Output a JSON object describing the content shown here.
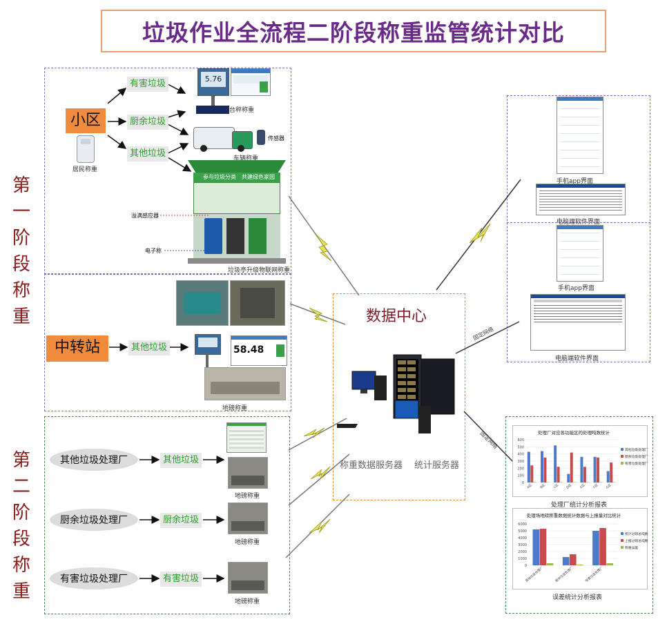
{
  "title": "垃圾作业全流程二阶段称重监管统计对比",
  "stage1": {
    "label": [
      "第",
      "一",
      "阶",
      "段",
      "称",
      "重"
    ]
  },
  "stage2": {
    "label": [
      "第",
      "二",
      "阶",
      "段",
      "称",
      "重"
    ]
  },
  "community": {
    "name": "小区",
    "resident_caption": "居民称重",
    "streams": [
      "有害垃圾",
      "厨余垃圾",
      "其他垃圾"
    ],
    "platform_caption": "台秤称重",
    "platform_reading": "5.76",
    "truck_caption": "车辆称重",
    "sensor_caption": "传感器",
    "booth_caption": "垃圾亭升级物联网称重",
    "overflow_label": "溢满感应器",
    "scale_label": "电子称",
    "booth_sign_left": "参与垃圾分类",
    "booth_sign_right": "共建绿色家园"
  },
  "transfer": {
    "name": "中转站",
    "stream": "其他垃圾",
    "reading": "58.48",
    "caption": "地磅称重"
  },
  "plants": [
    {
      "name": "其他垃圾处理厂",
      "stream": "其他垃圾",
      "caption": "地磅称重"
    },
    {
      "name": "厨余垃圾处理厂",
      "stream": "厨余垃圾",
      "caption": "地磅称重"
    },
    {
      "name": "有害垃圾处理厂",
      "stream": "有害垃圾",
      "caption": "地磅称重"
    }
  ],
  "data_center": {
    "title": "数据中心",
    "weigh_server": "称重数据服务器",
    "stats_server": "统计服务器"
  },
  "network_label": "固定网络",
  "interfaces": {
    "app1": "手机app界面",
    "pc1": "电脑端软件界面",
    "app2": "手机app界面",
    "pc2": "电脑端软件界面"
  },
  "reports": {
    "report1_caption": "处理厂统计分析报表",
    "report2_caption": "误差统计分析报表"
  },
  "colors": {
    "accent_orange": "#f08a3c",
    "green_text": "#2aa02a",
    "title_purple": "#6a2a8a",
    "stage_red": "#8a1a1a",
    "bar_blue": "#4a7ac8",
    "bar_red": "#c84a4a",
    "bar_green": "#9aba50"
  },
  "chart_data": [
    {
      "type": "bar",
      "title": "处理厂对应各功能区的处理吨数统计",
      "categories": [
        "A区",
        "B区",
        "C区",
        "D区",
        "E区",
        "F区",
        "G区"
      ],
      "ylim": [
        0,
        600
      ],
      "yticks": [
        0,
        100,
        200,
        300,
        400,
        500,
        600
      ],
      "series": [
        {
          "name": "其他垃圾处理厂",
          "values": [
            430,
            440,
            520,
            120,
            360,
            360,
            160
          ]
        },
        {
          "name": "厨余垃圾处理厂",
          "values": [
            240,
            350,
            220,
            420,
            220,
            350,
            280
          ]
        },
        {
          "name": "有害垃圾处理厂",
          "values": [
            5,
            5,
            5,
            5,
            5,
            5,
            5
          ]
        }
      ],
      "legend": "right"
    },
    {
      "type": "bar",
      "title": "处理场地磅称重数据统计数据与上报量对比统计",
      "categories": [
        "其他垃圾处理厂",
        "厨余垃圾处理厂",
        "有害垃圾处理厂"
      ],
      "ylim": [
        0,
        6000
      ],
      "yticks": [
        0,
        1000,
        2000,
        3000,
        4000,
        5000,
        6000
      ],
      "series": [
        {
          "name": "统计过磅总吨数",
          "values": [
            5200,
            1200,
            5000
          ]
        },
        {
          "name": "上报过磅总吨数",
          "values": [
            5300,
            1600,
            5400
          ]
        },
        {
          "name": "称重误差",
          "values": [
            300,
            100,
            300
          ]
        }
      ],
      "legend": "right"
    }
  ]
}
